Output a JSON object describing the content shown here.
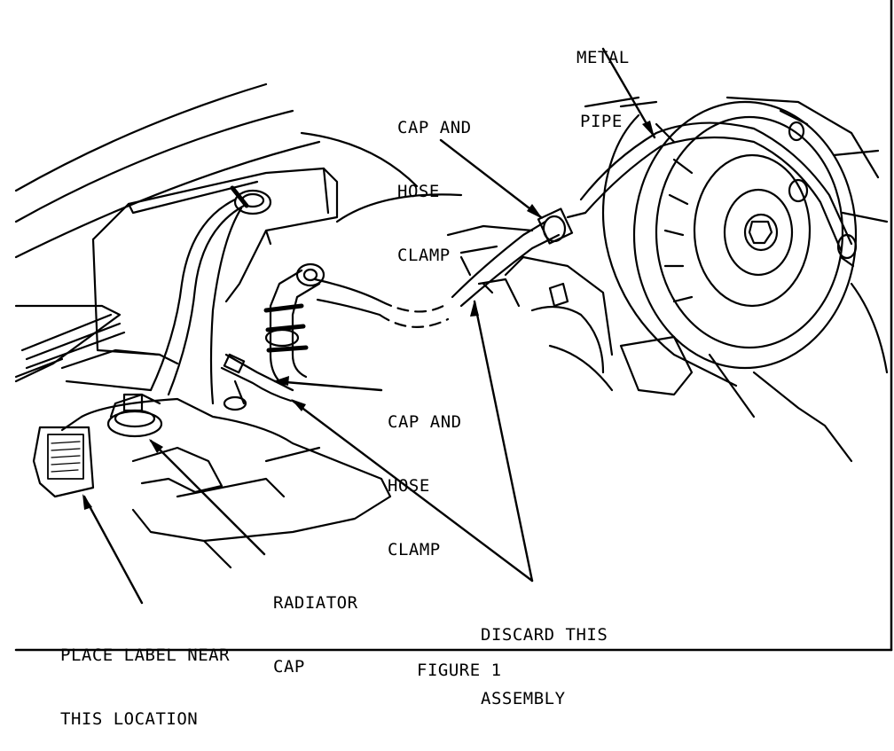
{
  "labels": {
    "metal_pipe": [
      "METAL",
      "PIPE"
    ],
    "cap_hose_clamp_upper": [
      "CAP AND",
      "HOSE",
      "CLAMP"
    ],
    "cap_hose_clamp_lower": [
      "CAP AND",
      "HOSE",
      "CLAMP"
    ],
    "radiator_cap": [
      "RADIATOR",
      "CAP"
    ],
    "discard_assembly": [
      "DISCARD THIS",
      "ASSEMBLY"
    ],
    "place_label": [
      "PLACE LABEL NEAR",
      "THIS LOCATION"
    ]
  },
  "caption": "FIGURE 1"
}
